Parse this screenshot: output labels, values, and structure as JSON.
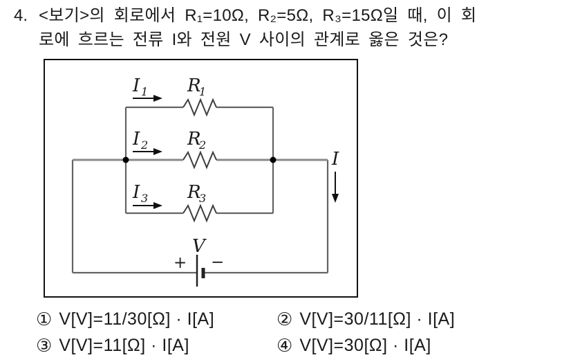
{
  "question": {
    "number": "4.",
    "line1": "<보기>의 회로에서 R₁=10Ω, R₂=5Ω, R₃=15Ω일 때, 이 회",
    "line2": "로에 흐르는 전류 I와 전원 V 사이의 관계로 옳은 것은?"
  },
  "circuit": {
    "branches": [
      {
        "current": {
          "base": "I",
          "sub": "1"
        },
        "resistor": {
          "base": "R",
          "sub": "1"
        }
      },
      {
        "current": {
          "base": "I",
          "sub": "2"
        },
        "resistor": {
          "base": "R",
          "sub": "2"
        }
      },
      {
        "current": {
          "base": "I",
          "sub": "3"
        },
        "resistor": {
          "base": "R",
          "sub": "3"
        }
      }
    ],
    "total_current": "I",
    "source": {
      "label": "V",
      "plus": "+",
      "minus": "−"
    }
  },
  "choices": [
    {
      "num": "①",
      "text": "V[V]=11/30[Ω] · I[A]"
    },
    {
      "num": "②",
      "text": "V[V]=30/11[Ω] · I[A]"
    },
    {
      "num": "③",
      "text": "V[V]=11[Ω] · I[A]"
    },
    {
      "num": "④",
      "text": "V[V]=30[Ω] · I[A]"
    }
  ],
  "colors": {
    "ink": "#1a1a1a",
    "wire": "#636363"
  }
}
